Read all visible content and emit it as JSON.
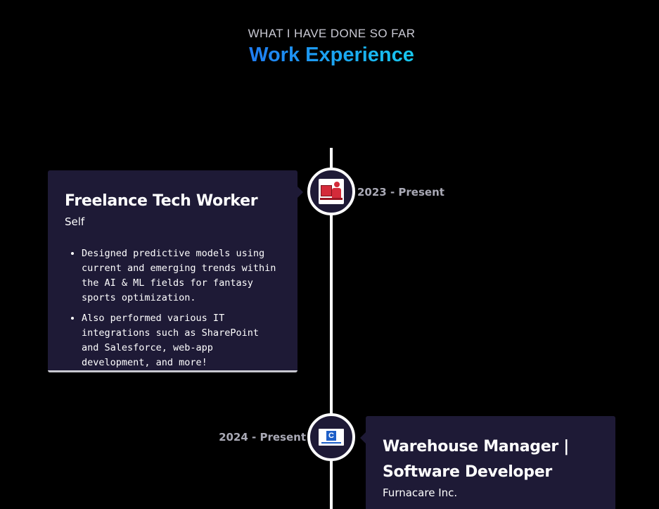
{
  "header": {
    "subtitle": "WHAT I HAVE DONE SO FAR",
    "title": "Work Experience"
  },
  "colors": {
    "background": "#000000",
    "card": "#1e1a36",
    "title_gradient_start": "#1f7cf2",
    "title_gradient_end": "#17c8ee",
    "date_text": "#a9a9b5"
  },
  "experiences": [
    {
      "role": "Freelance Tech Worker",
      "company": "Self",
      "date": "2023 - Present",
      "icon": "desk-worker-icon",
      "points": [
        "Designed predictive models using current and emerging trends within the AI & ML fields for fantasy sports optimization.",
        "Also performed various IT integrations such as SharePoint and Salesforce, web-app development, and more!"
      ]
    },
    {
      "role_line1": "Warehouse Manager |",
      "role_line2": "Software Developer",
      "company": "Furnacare Inc.",
      "date": "2024 - Present",
      "icon": "furnacare-logo-icon",
      "logo_letter": "C"
    }
  ]
}
